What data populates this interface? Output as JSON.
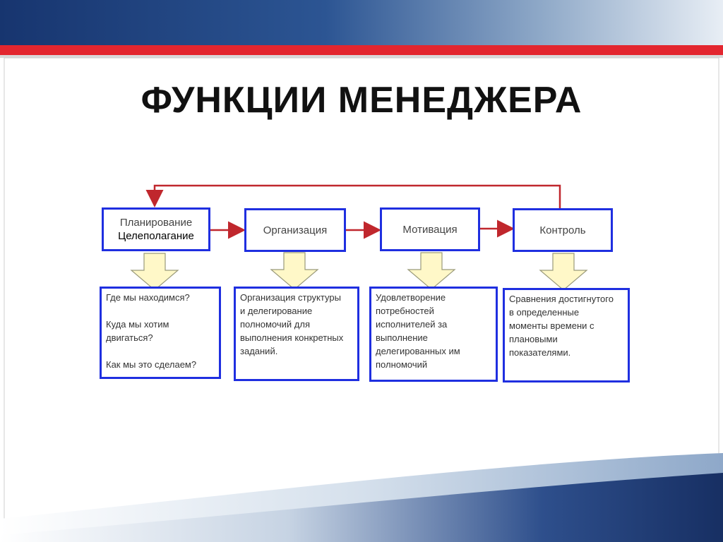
{
  "slide": {
    "title": "ФУНКЦИИ МЕНЕДЖЕРА",
    "colors": {
      "navy": "#1a3a78",
      "red": "#e3262f",
      "box_border": "#1f2fe0",
      "arrow": "#c0272d",
      "block_arrow_fill": "#fff8c8"
    }
  },
  "functions": [
    {
      "label": "Планирование",
      "sub": "Целеполагание"
    },
    {
      "label": "Организация"
    },
    {
      "label": "Мотивация"
    },
    {
      "label": "Контроль"
    }
  ],
  "details": [
    {
      "lines": [
        "Где мы находимся?",
        "",
        "Куда мы хотим",
        "двигаться?",
        "",
        "Как мы это сделаем?"
      ]
    },
    {
      "lines": [
        "Организация структуры",
        "и делегирование",
        "полномочий для",
        "выполнения конкретных",
        "заданий."
      ]
    },
    {
      "lines": [
        "Удовлетворение",
        "потребностей",
        "исполнителей за",
        "выполнение",
        "делегированных им",
        "полномочий"
      ]
    },
    {
      "lines": [
        "Сравнения достигнутого",
        "в определенные",
        "моменты времени с",
        "плановыми",
        "показателями."
      ]
    }
  ]
}
